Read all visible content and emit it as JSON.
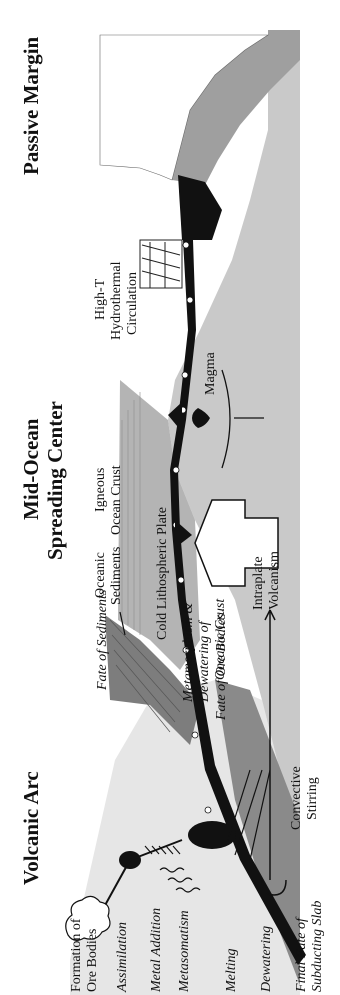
{
  "regions": {
    "volcanic_arc": "Volcanic Arc",
    "mid_ocean_line1": "Mid-Ocean",
    "mid_ocean_line2": "Spreading Center",
    "passive_margin": "Passive Margin"
  },
  "labels": {
    "formation_line1": "Formation of",
    "formation_line2": "Ore Bodies",
    "assimilation": "Assimilation",
    "metal_addition": "Metal Addition",
    "metasomatism": "Metasomatism",
    "melting": "Melting",
    "dewatering": "Dewatering",
    "final_fate_line1": "Final Fate of",
    "final_fate_line2": "Subducting Slab",
    "fate_of_sediments": "Fate of Sediments",
    "fate_of_ore_bodies": "Fate of Ore Bodies",
    "metamorphism_line1": "Metamorphism &",
    "metamorphism_line2": "Dewatering of",
    "metamorphism_line3": "Oceanic Crust",
    "cold_plate": "Cold Lithospheric Plate",
    "oceanic_sediments_line1": "Oceanic",
    "oceanic_sediments_line2": "Sediments",
    "igneous_line1": "Igneous",
    "igneous_line2": "Ocean Crust",
    "intraplate_line1": "Intraplate",
    "intraplate_line2": "Volcanism",
    "convective_line1": "Convective",
    "convective_line2": "Stirring",
    "magma": "Magma",
    "hydrothermal_line1": "High-T",
    "hydrothermal_line2": "Hydrothermal",
    "hydrothermal_line3": "Circulation"
  },
  "colors": {
    "mantle_gray": "#c9c9c9",
    "wedge_gray": "#9d9d9d",
    "deep_gray": "#8a8a8a",
    "crust_black": "#111111",
    "arc_light": "#e4e4e4"
  }
}
